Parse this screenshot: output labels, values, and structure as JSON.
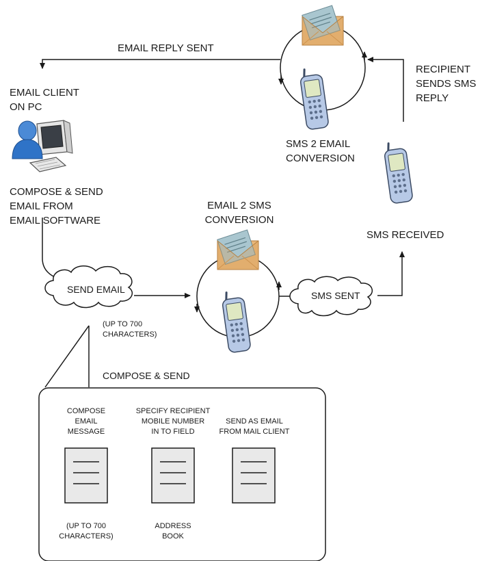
{
  "labels": {
    "email_reply_sent": "EMAIL REPLY SENT",
    "email_client": [
      "EMAIL CLIENT",
      "ON PC"
    ],
    "recipient_reply": [
      "RECIPIENT",
      "SENDS SMS",
      "REPLY"
    ],
    "sms2email": [
      "SMS 2 EMAIL",
      "CONVERSION"
    ],
    "compose_send_email": [
      "COMPOSE & SEND",
      "EMAIL FROM",
      "EMAIL SOFTWARE"
    ],
    "email2sms": [
      "EMAIL 2 SMS",
      "CONVERSION"
    ],
    "sms_received": "SMS RECEIVED",
    "send_email_cloud": "SEND EMAIL",
    "sms_sent_cloud": "SMS SENT",
    "up_to_700_top": [
      "(UP TO 700",
      "CHARACTERS)"
    ],
    "compose_and_send": "COMPOSE & SEND"
  },
  "box": {
    "col1_title": [
      "COMPOSE",
      "EMAIL",
      "MESSAGE"
    ],
    "col2_title": [
      "SPECIFY RECIPIENT",
      "MOBILE NUMBER",
      "IN TO FIELD"
    ],
    "col3_title": [
      "SEND AS EMAIL",
      "FROM MAIL CLIENT"
    ],
    "col1_note": [
      "(UP TO 700",
      "CHARACTERS)"
    ],
    "col2_note": [
      "ADDRESS",
      "BOOK"
    ]
  },
  "icons": {
    "computer": "user-computer-icon",
    "envelope": "envelope-icon",
    "phone": "mobile-phone-icon",
    "document": "document-icon"
  },
  "colors": {
    "line": "#1a1a1a",
    "envelope": "#e8b77a",
    "envelope_dark": "#c98e4a",
    "letter": "#a9c6cf",
    "phone_body": "#b7c9e6",
    "phone_dark": "#5d6f8c",
    "screen": "#dfe8c2",
    "user_blue": "#2f73c7"
  }
}
